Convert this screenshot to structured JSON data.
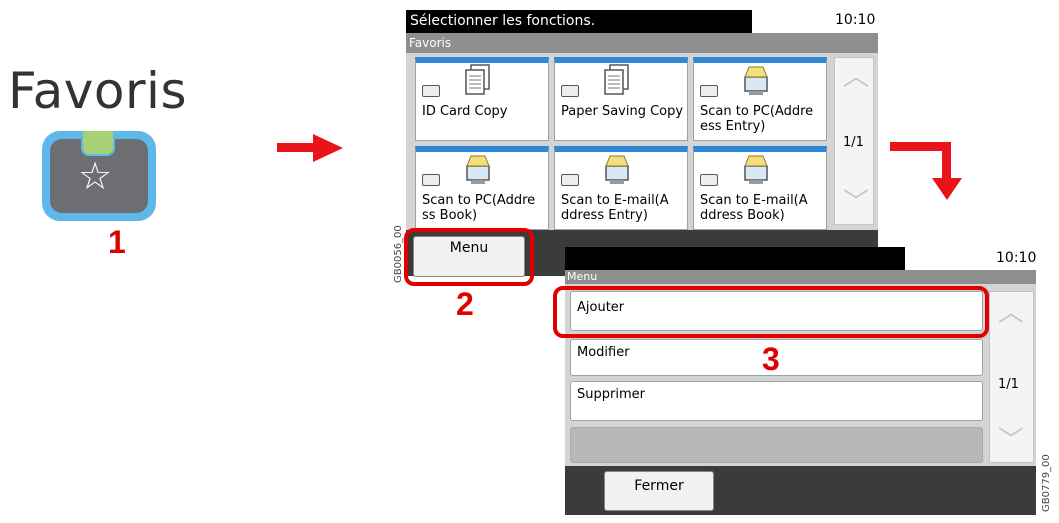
{
  "left_key": {
    "title": "Favoris",
    "star_icon": "star-icon",
    "step": "1"
  },
  "screen1": {
    "header": "Sélectionner les fonctions.",
    "time": "10:10",
    "subheader": "Favoris",
    "tiles": [
      {
        "label": "ID Card Copy",
        "icon": "copy-document-icon"
      },
      {
        "label": "Paper Saving Copy",
        "icon": "copy-document-icon"
      },
      {
        "label": "Scan to PC(Addre ess Entry)",
        "icon": "scan-to-pc-icon"
      },
      {
        "label": "Scan to PC(Addre ss Book)",
        "icon": "scan-to-pc-icon"
      },
      {
        "label": "Scan to E-mail(A ddress Entry)",
        "icon": "scan-to-email-icon"
      },
      {
        "label": "Scan to E-mail(A ddress Book)",
        "icon": "scan-to-email-icon"
      }
    ],
    "page_indicator": "1/1",
    "menu_button": "Menu",
    "code": "GB0056_00",
    "step": "2"
  },
  "screen2": {
    "time": "10:10",
    "subheader": "Menu",
    "items": [
      {
        "label": "Ajouter"
      },
      {
        "label": "Modifier"
      },
      {
        "label": "Supprimer"
      }
    ],
    "page_indicator": "1/1",
    "close_button": "Fermer",
    "code": "GB0779_00",
    "step": "3"
  },
  "colors": {
    "accent_red": "#e00000",
    "tile_blue": "#2e88d8",
    "key_blue": "#5fb8ea",
    "led_green": "#a7d174"
  }
}
